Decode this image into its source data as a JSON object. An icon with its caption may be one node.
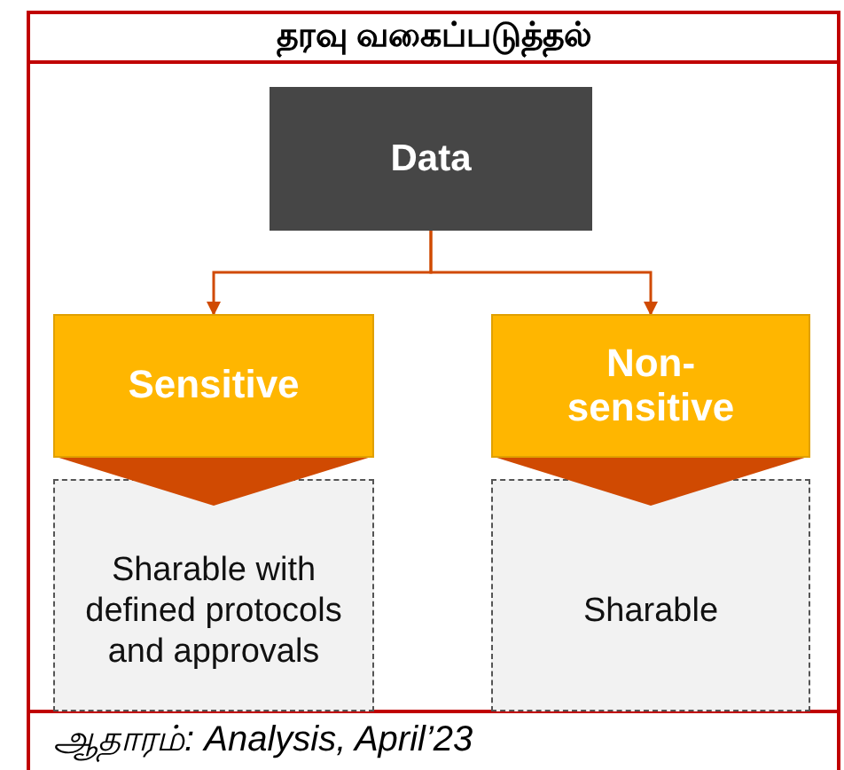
{
  "diagram": {
    "title": "தரவு வகைப்படுத்தல்",
    "nodes": [
      {
        "text": [
          "Data"
        ]
      },
      {
        "text": [
          "Sensitive"
        ]
      },
      {
        "text": [
          "Non-sensitive"
        ]
      },
      {
        "text": [
          "Sharable with defined protocols and approvals"
        ]
      },
      {
        "text": [
          "Sharable"
        ]
      }
    ],
    "edges": [
      {
        "from": 0,
        "to": 1,
        "arrow": "to"
      },
      {
        "from": 0,
        "to": 2,
        "arrow": "to"
      }
    ],
    "caption": "ஆதாரம்: Analysis, April’23"
  }
}
